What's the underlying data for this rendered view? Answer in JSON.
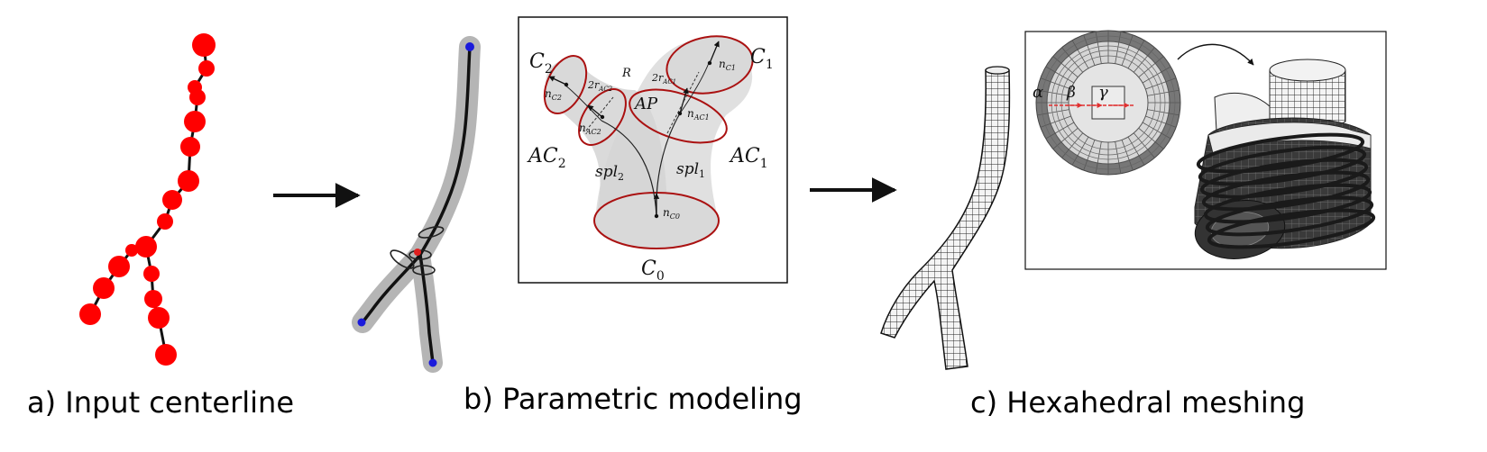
{
  "captions": {
    "a": "a) Input centerline",
    "b": "b) Parametric modeling",
    "c": "c) Hexahedral meshing"
  },
  "param_labels": {
    "c1": "C",
    "c1_sub": "1",
    "c2": "C",
    "c2_sub": "2",
    "c0": "C",
    "c0_sub": "0",
    "r": "R",
    "ap": "AP",
    "ac1": "AC",
    "ac1_sub": "1",
    "ac2": "AC",
    "ac2_sub": "2",
    "spl1": "spl",
    "spl1_sub": "1",
    "spl2": "spl",
    "spl2_sub": "2",
    "n_c0": "n",
    "n_c0_sub": "C0",
    "n_c1": "n",
    "n_c1_sub": "C1",
    "n_c2": "n",
    "n_c2_sub": "C2",
    "n_ac1": "n",
    "n_ac1_sub": "AC1",
    "n_ac2": "n",
    "n_ac2_sub": "AC2",
    "two_r_ac1": "2r",
    "two_r_ac1_sub": "AC1",
    "two_r_ac2": "2r",
    "two_r_ac2_sub": "AC2"
  },
  "mesh_labels": {
    "alpha": "α",
    "beta": "β",
    "gamma": "γ"
  },
  "colors": {
    "centerline_node": "#ff0000",
    "endpoint": "#1a1adb",
    "junction": "#e02020",
    "tube": "#b0b0b0",
    "circle_stroke": "#aa1111",
    "surface": "#dcdcdc",
    "mesh_dark": "#444444",
    "arrow": "#111111",
    "measure": "#e03030"
  }
}
